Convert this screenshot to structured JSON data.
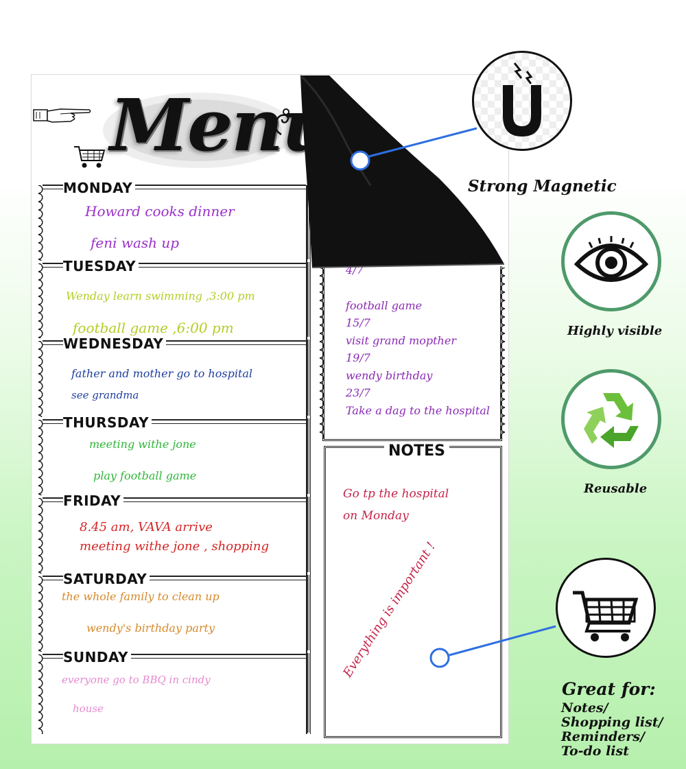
{
  "board": {
    "title": "Menu",
    "days": [
      {
        "label": "MONDAY",
        "notes": [
          "Howard cooks dinner",
          "feni wash up"
        ],
        "color": "#9b2fc9"
      },
      {
        "label": "TUESDAY",
        "notes": [
          "Wenday learn swimming ,3:00 pm",
          "football game ,6:00 pm"
        ],
        "color": "#b6cc25"
      },
      {
        "label": "WEDNESDAY",
        "notes": [
          "father and mother go to hospital",
          "see grandma"
        ],
        "color": "#1f3fa0"
      },
      {
        "label": "THURSDAY",
        "notes": [
          "meeting withe jone",
          "play football game"
        ],
        "color": "#2fb63a"
      },
      {
        "label": "FRIDAY",
        "notes": [
          "8.45 am, VAVA arrive",
          "meeting withe jone ,  shopping"
        ],
        "color": "#d42525"
      },
      {
        "label": "SATURDAY",
        "notes": [
          "the whole family to clean up",
          "wendy's birthday party"
        ],
        "color": "#d68a2a"
      },
      {
        "label": "SUNDAY",
        "notes": [
          "everyone go to  BBQ  in cindy",
          "house"
        ],
        "color": "#e58ad0"
      }
    ],
    "calendar": [
      "4/7",
      "football  game",
      "15/7",
      "visit grand mopther",
      "19/7",
      "wendy birthday",
      "23/7",
      "Take a dag to the hospital"
    ],
    "calendar_color": "#8a2bb5",
    "notes_title": "NOTES",
    "notes": [
      "Go tp the hospital",
      "on Monday"
    ],
    "notes_slanted": "Everything is important !",
    "notes_color": "#c4244a"
  },
  "features": [
    {
      "label": "Strong Magnetic",
      "icon": "magnet-icon"
    },
    {
      "label": "Highly visible",
      "icon": "eye-icon"
    },
    {
      "label": "Reusable",
      "icon": "recycle-icon"
    },
    {
      "icon": "shopping-cart-icon"
    }
  ],
  "great_for": {
    "heading": "Great for:",
    "items": [
      "Notes/",
      "Shopping list/",
      "Reminders/",
      "To-do list"
    ]
  },
  "colors": {
    "callout_line": "#2e6fe0",
    "circle_border_green": "#4e9a6a"
  }
}
